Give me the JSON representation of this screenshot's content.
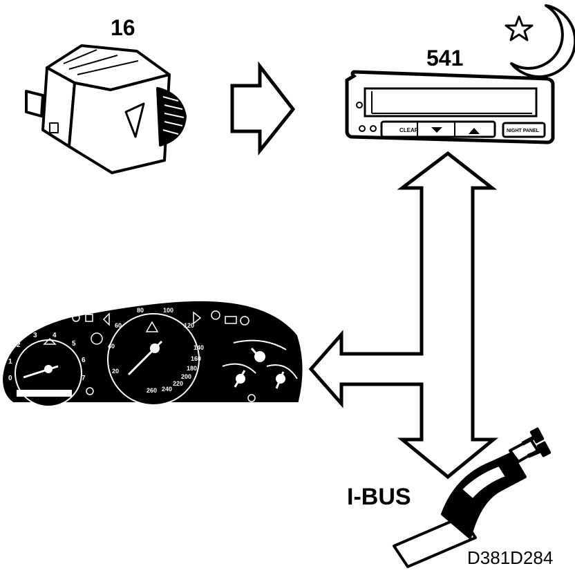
{
  "labels": {
    "dimmer_switch_number": "16",
    "display_unit_number": "541",
    "bus_label": "I-BUS",
    "drawing_code": "D381D284"
  },
  "display_unit": {
    "buttons": [
      "CLEAR",
      "NIGHT PANEL"
    ]
  },
  "cluster": {
    "tach_ticks": [
      "0",
      "1",
      "2",
      "3",
      "4",
      "5",
      "6",
      "7"
    ],
    "speed_ticks": [
      "20",
      "40",
      "60",
      "80",
      "100",
      "120",
      "140",
      "160",
      "180",
      "200",
      "220",
      "240",
      "260"
    ]
  },
  "icons": {
    "night_mode": [
      "star-icon",
      "crescent-moon-icon"
    ]
  }
}
